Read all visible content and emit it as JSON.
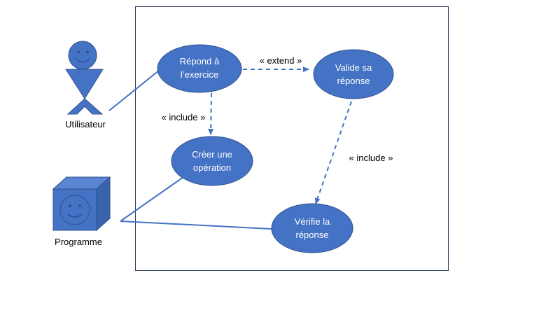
{
  "colors": {
    "usecase_fill": "#4472c4",
    "usecase_stroke": "#2f528f",
    "connector": "#4472c4",
    "boundary": "#2f3e5c",
    "label_text": "#000000",
    "usecase_text": "#ffffff"
  },
  "actors": {
    "user": {
      "label": "Utilisateur",
      "icon": "stick-figure-smiley-icon"
    },
    "program": {
      "label": "Programme",
      "icon": "smiley-cube-icon"
    }
  },
  "use_cases": {
    "repond": {
      "lines": [
        "Répond à",
        "l’exercice"
      ]
    },
    "valide": {
      "lines": [
        "Valide sa",
        "réponse"
      ]
    },
    "creer": {
      "lines": [
        "Créer une",
        "opération"
      ]
    },
    "verifie": {
      "lines": [
        "Vérifie la",
        "réponse"
      ]
    }
  },
  "relations": {
    "extend": "« extend »",
    "include_1": "« include »",
    "include_2": "« include »"
  }
}
